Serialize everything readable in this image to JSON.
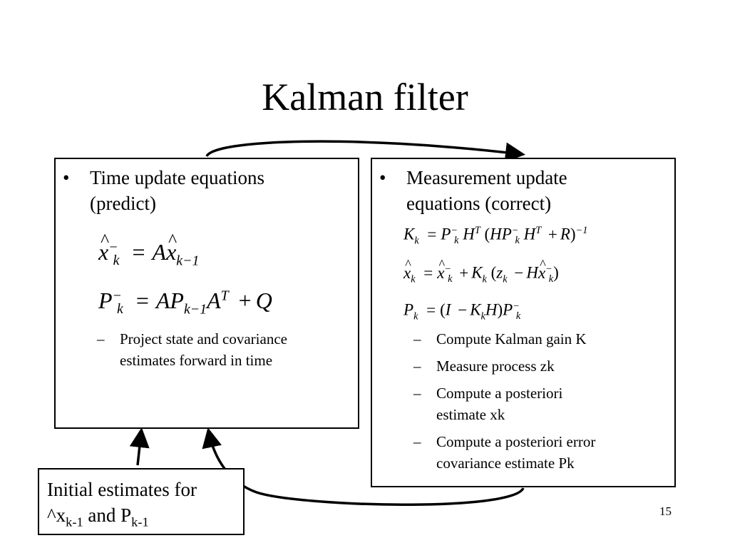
{
  "title": "Kalman filter",
  "left": {
    "bullet": "Time update equations",
    "bullet_line2": "(predict)",
    "eq1": {
      "lhs": "x",
      "lhs_sup": "−",
      "lhs_sub": "k",
      "eq": "=",
      "a": "A",
      "x": "x",
      "x_sub": "k−1"
    },
    "eq2": {
      "lhs": "P",
      "lhs_sup": "−",
      "lhs_sub": "k",
      "eq": "=",
      "a": "AP",
      "p_sub": "k−1",
      "a2": "A",
      "a2_sup": "T",
      "plus": "+",
      "q": "Q"
    },
    "sub_item_line1": "Project state and covariance",
    "sub_item_line2": "estimates forward in time"
  },
  "right": {
    "bullet": "Measurement update",
    "bullet_line2": "equations (correct)",
    "eq1": "K",
    "eq2": "x",
    "eq3": "P",
    "items": [
      {
        "line1": "Compute Kalman gain K"
      },
      {
        "line1": "Measure process zk"
      },
      {
        "line1": "Compute a posteriori",
        "line2": "estimate xk"
      },
      {
        "line1": "Compute a posteriori error",
        "line2": "covariance estimate Pk"
      }
    ]
  },
  "initial": {
    "line1": "Initial estimates for",
    "prefix": "^x",
    "x_sub": "k-1",
    "and": " and P",
    "p_sub": "k-1"
  },
  "bullet_char": "•",
  "dash_char": "–",
  "slide_number": "15"
}
